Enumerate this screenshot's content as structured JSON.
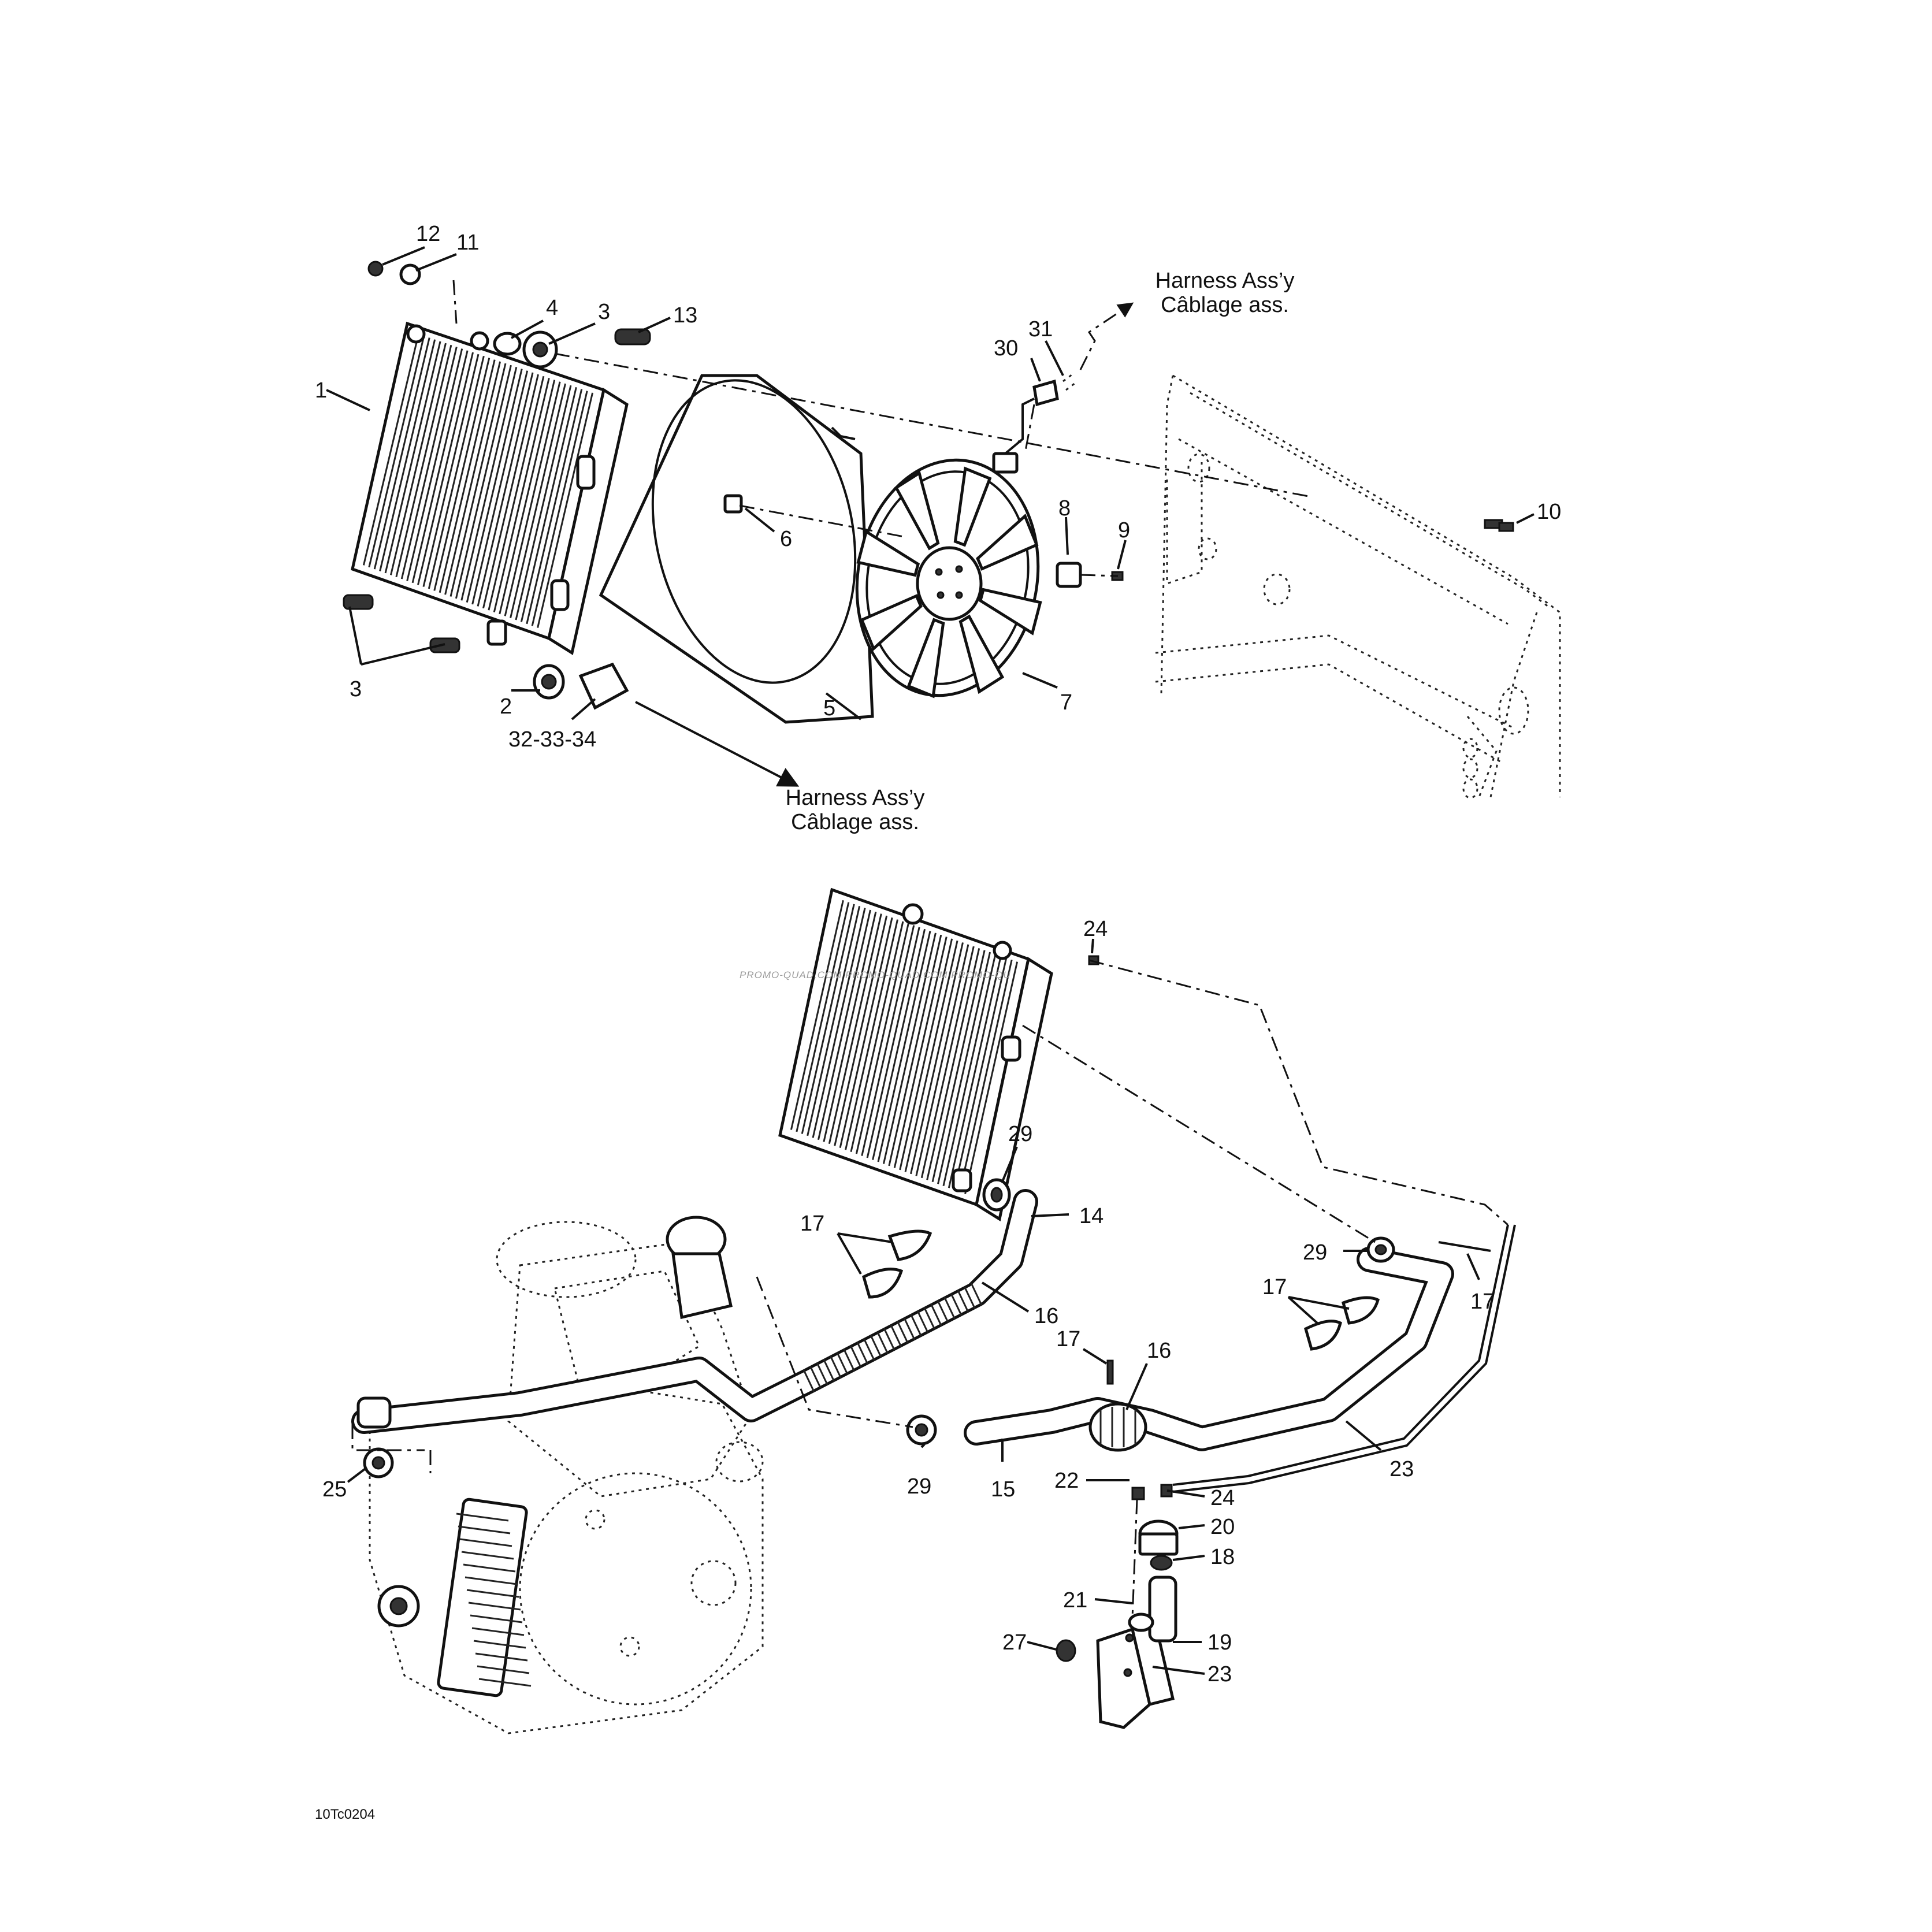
{
  "harness_top": {
    "line1": "Harness Ass’y",
    "line2": "Câblage ass."
  },
  "harness_mid": {
    "line1": "Harness Ass’y",
    "line2": "Câblage ass."
  },
  "watermark": "PROMO-QUAD.COM PROMO-QUAD.COM PROMO-QU",
  "figure_code": "10Tc0204",
  "callouts": {
    "c12": "12",
    "c11": "11",
    "c4": "4",
    "c3a": "3",
    "c13": "13",
    "c1": "1",
    "c30": "30",
    "c31": "31",
    "c6": "6",
    "c8": "8",
    "c9": "9",
    "c10": "10",
    "c3b": "3",
    "c2": "2",
    "c32": "32-33-34",
    "c5": "5",
    "c7": "7",
    "c24a": "24",
    "c29a": "29",
    "c14": "14",
    "c17a": "17",
    "c16a": "16",
    "c29b": "29",
    "c17b": "17",
    "c17c": "17",
    "c17d": "17",
    "c16b": "16",
    "c25": "25",
    "c29c": "29",
    "c15": "15",
    "c22": "22",
    "c24b": "24",
    "c23a": "23",
    "c20": "20",
    "c18": "18",
    "c21": "21",
    "c27": "27",
    "c19": "19",
    "c23b": "23"
  }
}
